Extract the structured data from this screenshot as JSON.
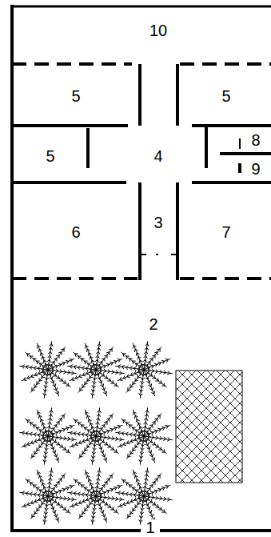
{
  "diagram": {
    "labels": [
      "10",
      "5",
      "5",
      "5",
      "4",
      "8",
      "9",
      "6",
      "3",
      "7",
      "2",
      "1"
    ]
  }
}
